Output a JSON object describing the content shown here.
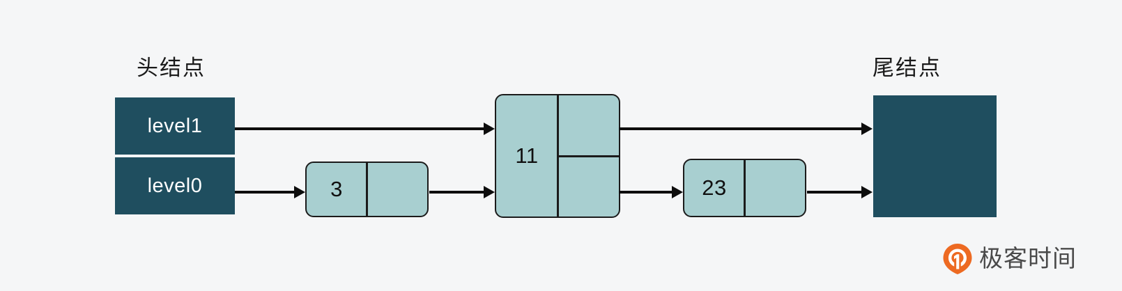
{
  "diagram": {
    "title_head": "头结点",
    "title_tail": "尾结点",
    "background_color": "#f5f6f7",
    "terminal_color": "#1f4e5f",
    "node_fill_color": "#a8cfd0",
    "node_stroke_color": "#1b1b1b",
    "arrow_color": "#0d0d0d",
    "head": {
      "label": "头结点",
      "levels": [
        {
          "label": "level1"
        },
        {
          "label": "level0"
        }
      ]
    },
    "tail": {
      "label": "尾结点"
    },
    "nodes": [
      {
        "value": "3",
        "level": 1
      },
      {
        "value": "11",
        "level": 2
      },
      {
        "value": "23",
        "level": 1
      }
    ],
    "arrows": [
      {
        "from": "head-level1",
        "to": "node-11-left",
        "level": "level1"
      },
      {
        "from": "head-level0",
        "to": "node-3-left",
        "level": "level0"
      },
      {
        "from": "node-3",
        "to": "node-11-left",
        "level": "level0"
      },
      {
        "from": "node-11-top",
        "to": "tail",
        "level": "level1"
      },
      {
        "from": "node-11-bot",
        "to": "node-23-left",
        "level": "level0"
      },
      {
        "from": "node-23",
        "to": "tail",
        "level": "level0"
      }
    ]
  },
  "watermark": {
    "text": "极客时间",
    "logo_color": "#ed6a22",
    "text_color": "#4a4a4a",
    "icon": "geektime-logo-icon"
  }
}
